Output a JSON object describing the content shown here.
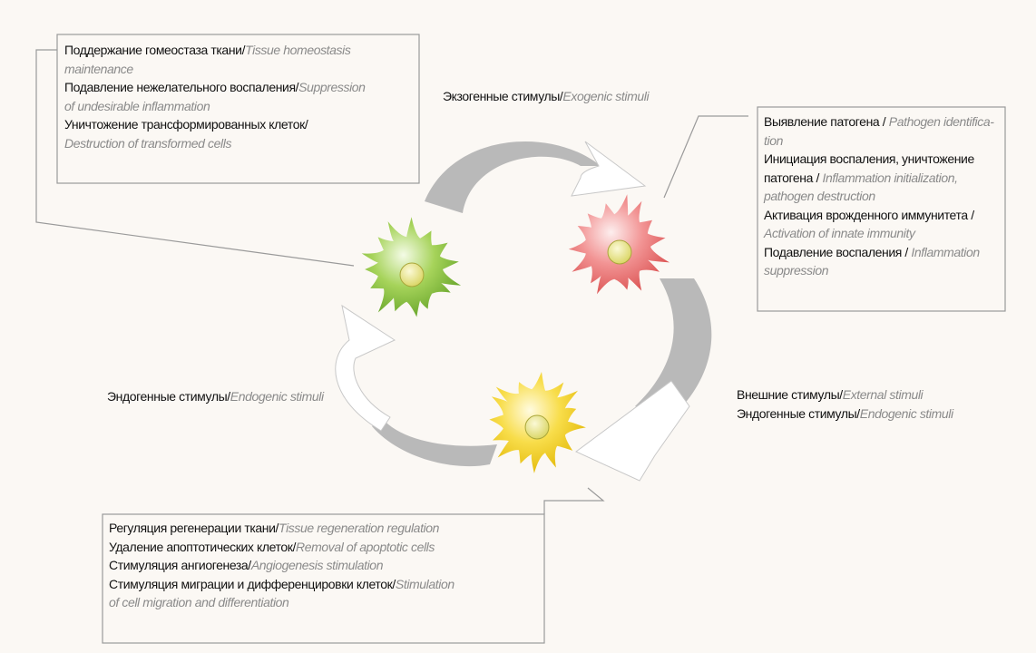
{
  "colors": {
    "background": "#fbf8f4",
    "box_border": "#9a9a9a",
    "arrow_grey": "#b9b9b9",
    "arrow_white": "#ffffff",
    "cell_green": "#8cc63f",
    "cell_red": "#ee7a7a",
    "cell_yellow": "#f6d737",
    "nucleus": "#e8e48a",
    "english_text": "#8a8a8a"
  },
  "boxes": {
    "top_left": [
      {
        "ru": "Поддержание гомеостаза ткани/",
        "en": "Tissue homeostasis"
      },
      {
        "ru": "",
        "en": "maintenance"
      },
      {
        "ru": "Подавление нежелательного воспаления/",
        "en": "Suppression"
      },
      {
        "ru": "",
        "en": "of undesirable inflammation"
      },
      {
        "ru": "Уничтожение трансформированных клеток/",
        "en": ""
      },
      {
        "ru": "",
        "en": "Destruction of transformed cells"
      }
    ],
    "right": [
      {
        "ru": "Выявление патогена / ",
        "en": "Pathogen identifica-"
      },
      {
        "ru": "",
        "en": "tion"
      },
      {
        "ru": "Инициация воспаления, уничтожение",
        "en": ""
      },
      {
        "ru": "патогена / ",
        "en": "Inflammation initialization,"
      },
      {
        "ru": "",
        "en": "pathogen destruction"
      },
      {
        "ru": "Активация врожденного иммунитета /",
        "en": ""
      },
      {
        "ru": "",
        "en": "Activation of innate immunity"
      },
      {
        "ru": "Подавление воспаления / ",
        "en": "Inflammation"
      },
      {
        "ru": "",
        "en": "suppression"
      }
    ],
    "bottom": [
      {
        "ru": "Регуляция регенерации ткани/",
        "en": "Tissue regeneration regulation"
      },
      {
        "ru": "Удаление апоптотических клеток/",
        "en": "Removal of apoptotic cells"
      },
      {
        "ru": "Стимуляция ангиогенеза/",
        "en": "Angiogenesis stimulation"
      },
      {
        "ru": "Стимуляция миграции и дифференцировки клеток/",
        "en": "Stimulation"
      },
      {
        "ru": "",
        "en": "of cell migration and differentiation"
      }
    ]
  },
  "stimuli": {
    "top": [
      {
        "ru": "Экзогенные стимулы/",
        "en": "Exogenic stimuli"
      }
    ],
    "left": [
      {
        "ru": "Эндогенные стимулы/",
        "en": "Endogenic stimuli"
      }
    ],
    "right": [
      {
        "ru": "Внешние стимулы/",
        "en": "External stimuli"
      },
      {
        "ru": "Эндогенные стимулы/",
        "en": "Endogenic stimuli"
      }
    ]
  },
  "cells": [
    {
      "name": "green-cell",
      "color": "#8cc63f"
    },
    {
      "name": "red-cell",
      "color": "#ee7a7a"
    },
    {
      "name": "yellow-cell",
      "color": "#f6d737"
    }
  ]
}
